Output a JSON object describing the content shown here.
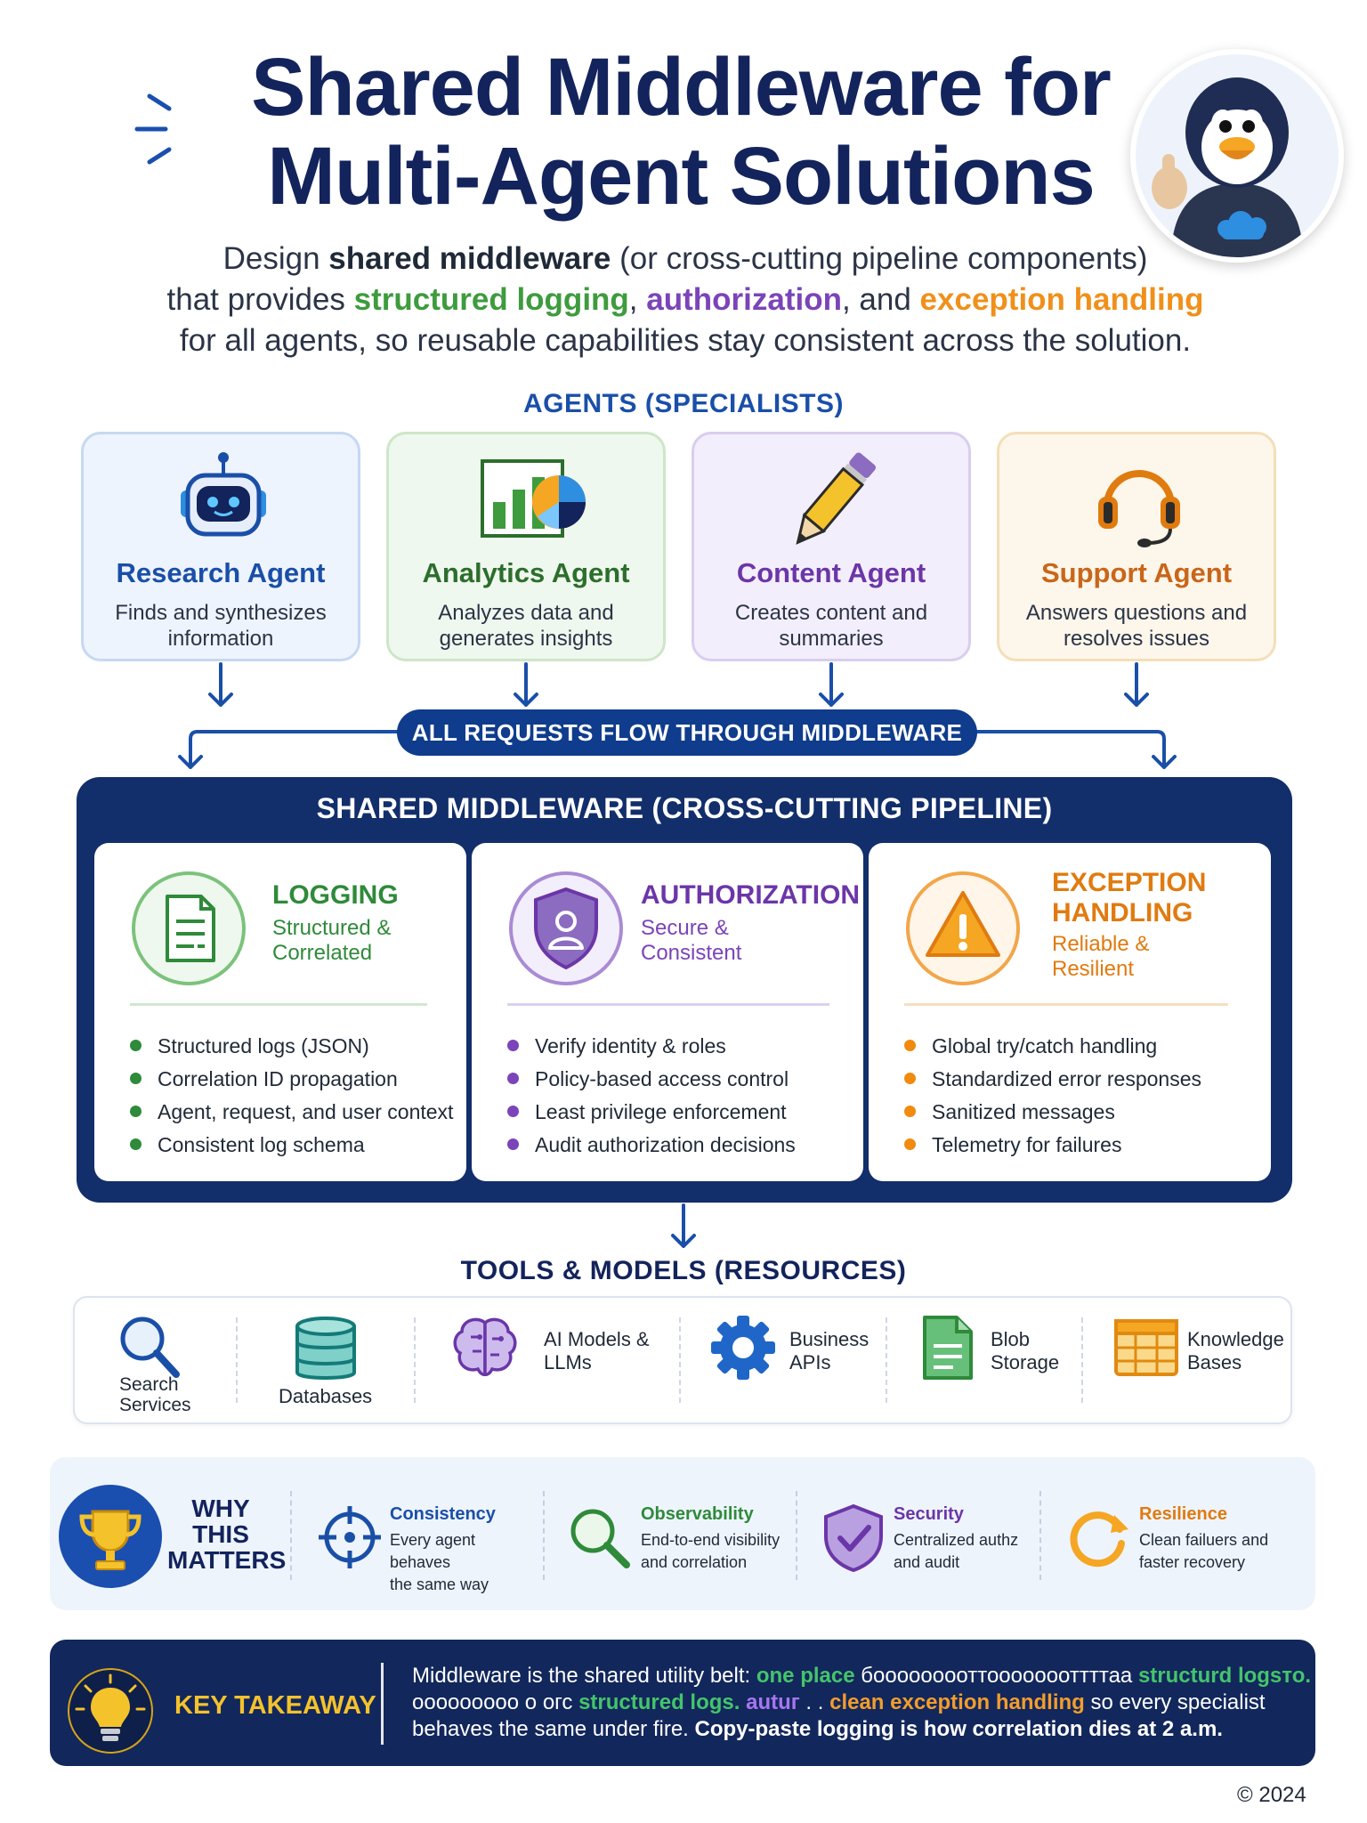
{
  "header": {
    "title_line1": "Shared Middleware for",
    "title_line2": "Multi-Agent Solutions",
    "subtitle": {
      "l1_a": "Design ",
      "l1_b": "shared middleware",
      "l1_c": " (or cross-cutting pipeline components)",
      "l2_a": "that provides ",
      "l2_b": "structured logging",
      "l2_c": ", ",
      "l2_d": "authorization",
      "l2_e": ", and ",
      "l2_f": "exception handling",
      "l3": "for all agents, so reusable capabilities stay consistent across the solution."
    }
  },
  "agents": {
    "section_label": "AGENTS (SPECIALISTS)",
    "items": [
      {
        "name": "Research Agent",
        "desc_l1": "Finds and synthesizes",
        "desc_l2": "information",
        "icon": "robot-icon",
        "color": "#1a4fa8"
      },
      {
        "name": "Analytics Agent",
        "desc_l1": "Analyzes data and",
        "desc_l2": "generates insights",
        "icon": "chart-icon",
        "color": "#2c6e2c"
      },
      {
        "name": "Content Agent",
        "desc_l1": "Creates content and",
        "desc_l2": "summaries",
        "icon": "pencil-icon",
        "color": "#6b36a8"
      },
      {
        "name": "Support Agent",
        "desc_l1": "Answers questions and",
        "desc_l2": "resolves issues",
        "icon": "headset-icon",
        "color": "#c9661a"
      }
    ]
  },
  "flow_label": "ALL REQUESTS FLOW THROUGH MIDDLEWARE",
  "middleware": {
    "title": "SHARED MIDDLEWARE (CROSS-CUTTING PIPELINE)",
    "logging": {
      "head": "LOGGING",
      "sub_l1": "Structured &",
      "sub_l2": "Correlated",
      "color": "#2f8a3a",
      "items": [
        "Structured logs (JSON)",
        "Correlation ID propagation",
        "Agent, request, and user context",
        "Consistent log schema"
      ]
    },
    "authorization": {
      "head": "AUTHORIZATION",
      "sub_l1": "Secure &",
      "sub_l2": "Consistent",
      "color": "#6b36a8",
      "items": [
        "Verify identity & roles",
        "Policy-based access control",
        "Least privilege enforcement",
        "Audit authorization decisions"
      ]
    },
    "exception": {
      "head_l1": "EXCEPTION",
      "head_l2": "HANDLING",
      "sub_l1": "Reliable &",
      "sub_l2": "Resilient",
      "color": "#e07b10",
      "items": [
        "Global try/catch handling",
        "Standardized error responses",
        "Sanitized messages",
        "Telemetry for failures"
      ]
    }
  },
  "resources": {
    "section_label": "TOOLS & MODELS (RESOURCES)",
    "items": [
      {
        "l1": "Search",
        "l2": "Services",
        "icon": "search-icon"
      },
      {
        "l1": "Databases",
        "l2": "",
        "icon": "database-icon"
      },
      {
        "l1": "AI Models &",
        "l2": "LLMs",
        "icon": "brain-icon"
      },
      {
        "l1": "Business",
        "l2": "APIs",
        "icon": "gear-icon"
      },
      {
        "l1": "Blob",
        "l2": "Storage",
        "icon": "file-icon"
      },
      {
        "l1": "Knowledge",
        "l2": "Bases",
        "icon": "table-icon"
      }
    ]
  },
  "why": {
    "label_l1": "WHY",
    "label_l2": "THIS",
    "label_l3": "MATTERS",
    "items": [
      {
        "title": "Consistency",
        "d1": "Every agent behaves",
        "d2": "the same way",
        "color": "#1a4fa8",
        "icon": "crosshair-icon"
      },
      {
        "title": "Observability",
        "d1": "End-to-end visibility",
        "d2": "and correlation",
        "color": "#2f8a3a",
        "icon": "magnifier-icon"
      },
      {
        "title": "Security",
        "d1": "Centralized authz",
        "d2": "and audit",
        "color": "#6b36a8",
        "icon": "shield-check-icon"
      },
      {
        "title": "Resilience",
        "d1": "Clean failuers and",
        "d2": "faster recovery",
        "color": "#e07b10",
        "icon": "refresh-icon"
      }
    ]
  },
  "takeaway": {
    "label": "KEY TAKEAWAY",
    "l1_a": "Middleware is the shared utility belt: ",
    "l1_b": "one place",
    "l1_c": " бооооооооттоооооооттттаа ",
    "l1_d": "structurd logsто.",
    "l2_a": "ооооооооо о огс ",
    "l2_b": "structured logs.",
    "l2_c": " autuг",
    "l2_d": " . .  ",
    "l2_e": "clean exception handling",
    "l2_f": " so every specialist",
    "l3_a": "behaves the same under fire. ",
    "l3_b": "Copy-paste logging is how correlation dies at 2 a.m."
  },
  "copyright": "© 2024"
}
